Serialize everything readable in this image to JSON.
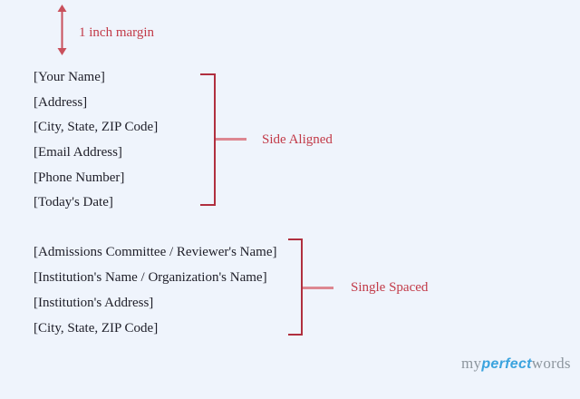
{
  "canvas": {
    "background_color": "#eff4fc"
  },
  "annotations": {
    "margin_label": "1 inch margin",
    "side_aligned_label": "Side Aligned",
    "single_spaced_label": "Single Spaced",
    "label_color": "#c23a48",
    "bracket_color": "#b02f3f",
    "connector_color": "#dd8791",
    "arrow_color": "#c9505c"
  },
  "sender_block": {
    "lines": [
      "[Your Name]",
      "[Address]",
      "[City, State, ZIP Code]",
      "[Email Address]",
      "[Phone Number]",
      "[Today's Date]"
    ]
  },
  "recipient_block": {
    "lines": [
      "[Admissions Committee / Reviewer's Name]",
      "[Institution's Name / Organization's Name]",
      "[Institution's Address]",
      "[City, State, ZIP Code]"
    ]
  },
  "logo": {
    "part_my": "my",
    "part_perfect": "perfect",
    "part_words": "words",
    "blue_color": "#3ba3de",
    "gray_color": "#8d969e"
  }
}
